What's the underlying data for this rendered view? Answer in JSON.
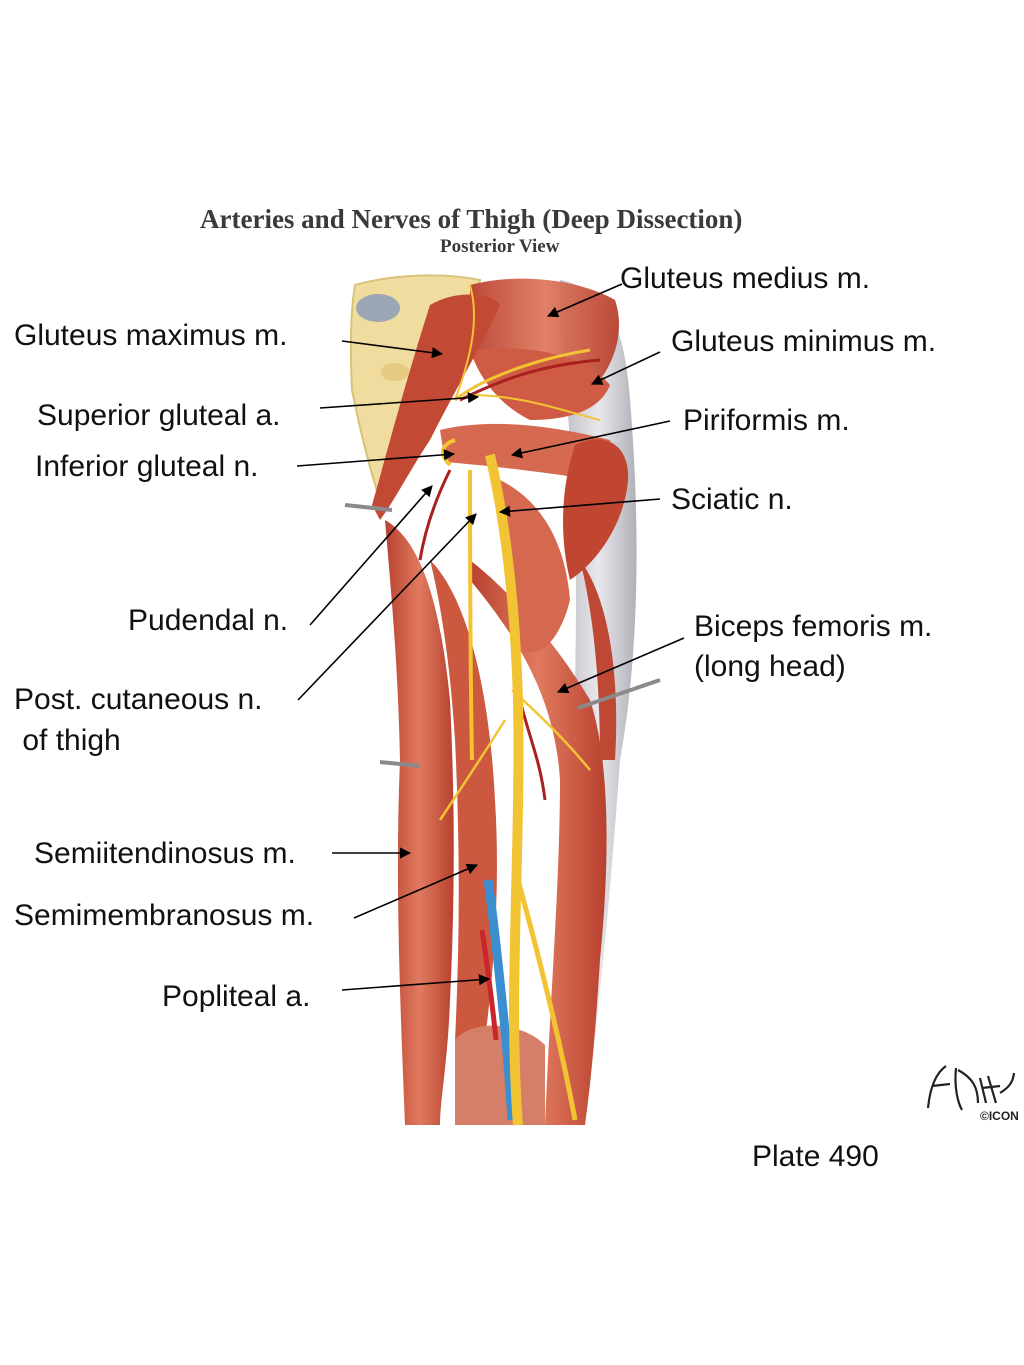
{
  "title": "Arteries and Nerves of Thigh (Deep Dissection)",
  "subtitle": "Posterior View",
  "labels": {
    "gluteus_medius": "Gluteus medius m.",
    "gluteus_maximus": "Gluteus maximus m.",
    "gluteus_minimus": "Gluteus minimus m.",
    "superior_gluteal": "Superior gluteal a.",
    "piriformis": "Piriformis m.",
    "inferior_gluteal": "Inferior gluteal n.",
    "sciatic": "Sciatic n.",
    "pudendal": "Pudendal n.",
    "biceps_line1": "Biceps femoris m.",
    "biceps_line2": "(long head)",
    "post_cut_line1": "Post. cutaneous n.",
    "post_cut_line2": " of thigh",
    "semitendinosus": "Semiitendinosus m.",
    "semimembranosus": "Semimembranosus m.",
    "popliteal": "Popliteal a."
  },
  "plate": "Plate 490",
  "signature": "F. Netter M.D.",
  "signature_mark": "©ICON",
  "colors": {
    "muscle": "#c8503c",
    "muscle_light": "#d9735a",
    "nerve": "#f2c332",
    "artery": "#c8262a",
    "vein": "#3b8fd0",
    "bone": "#f2e1a6",
    "fascia": "#c9c9c9"
  }
}
